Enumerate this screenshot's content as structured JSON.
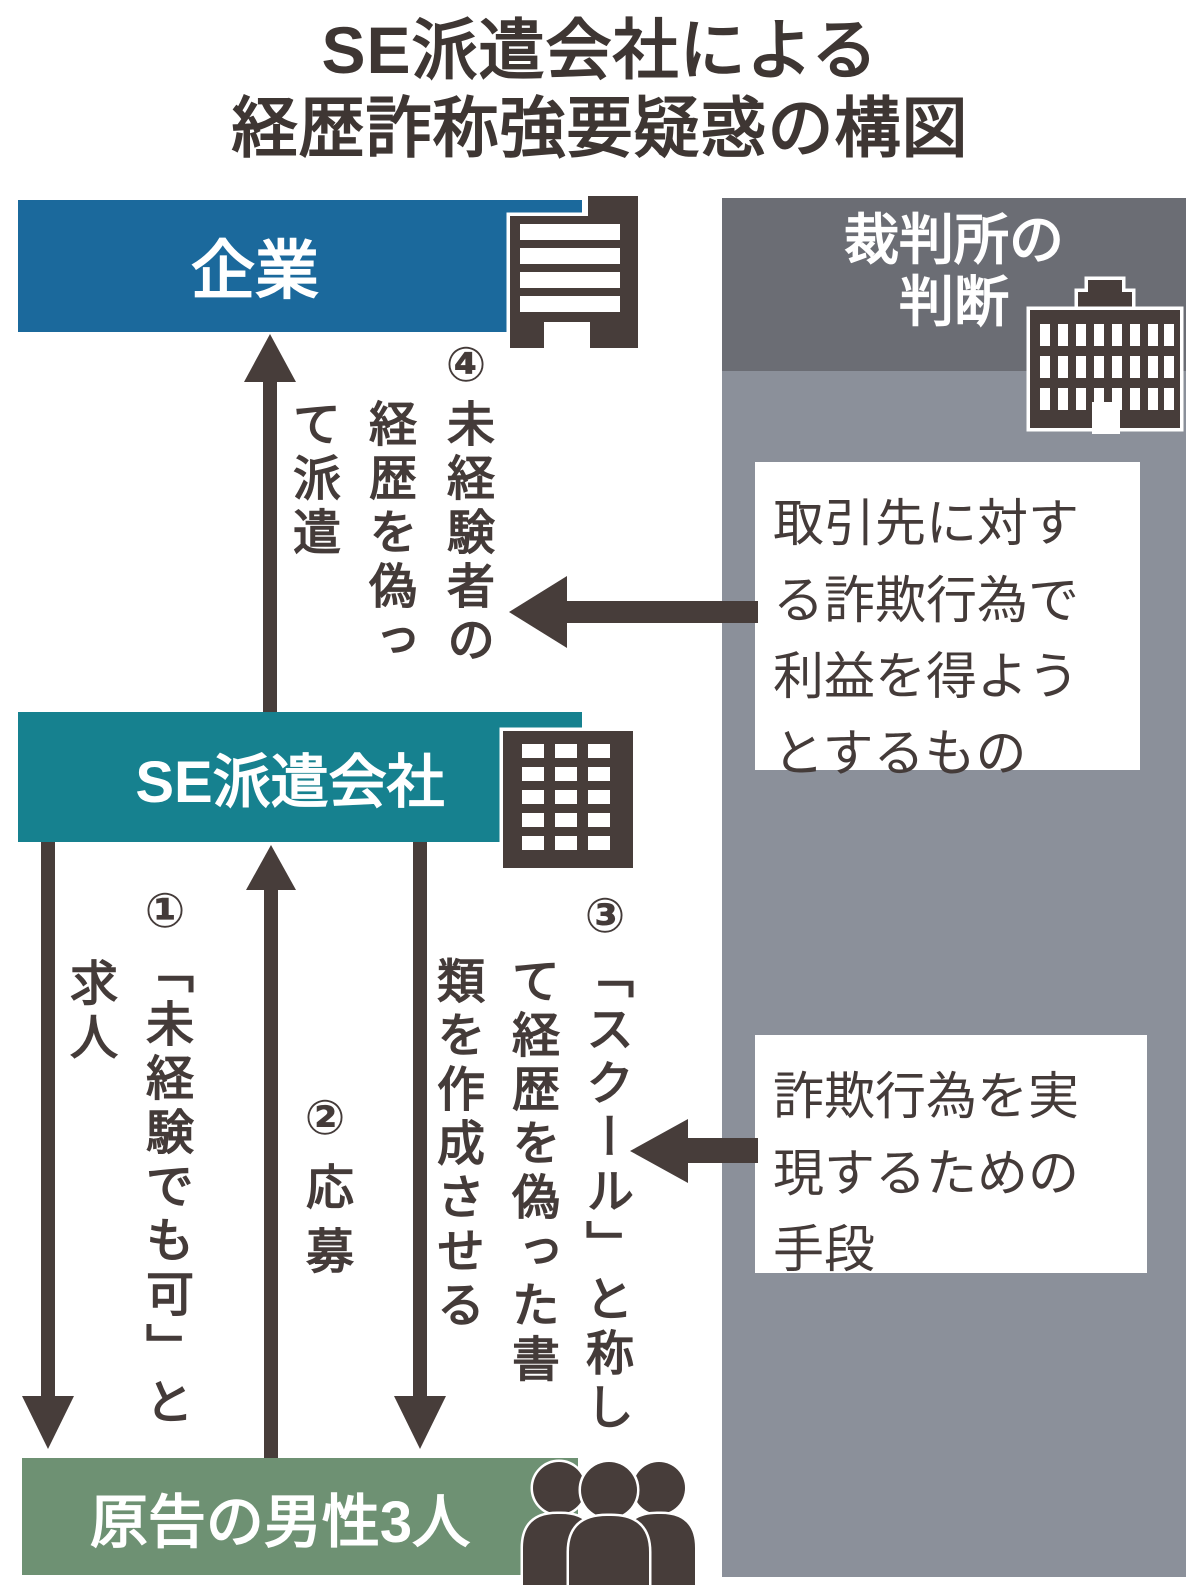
{
  "title": {
    "line1": "SE派遣会社による",
    "line2": "経歴詐称強要疑惑の構図"
  },
  "entities": {
    "company_label": "企業",
    "agency_label": "SE派遣会社",
    "plaintiffs_label": "原告の男性3人"
  },
  "court_panel": {
    "heading": "裁判所の\n判断",
    "note1": "取引先に対す\nる詐欺行為で\n利益を得よう\nとするもの",
    "note2": "詐欺行為を実\n現するための\n手段"
  },
  "steps": {
    "step1": {
      "full": "①「未経験でも可」と求人",
      "columns": [
        "①「未経験でも可」と",
        "求人"
      ]
    },
    "step2": {
      "full": "②応募",
      "columns": [
        "②応募"
      ]
    },
    "step3": {
      "full": "③「スクール」と称して経歴を偽った書類を作成させる",
      "columns": [
        "③「スクール」と称し",
        "て経歴を偽った書",
        "類を作成させる"
      ]
    },
    "step4": {
      "full": "④未経験者の経歴を偽って派遣",
      "columns": [
        "④未経験者の",
        "経歴を偽っ",
        "て派遣"
      ]
    }
  },
  "icons": {
    "company": "office-building-icon",
    "agency": "office-building-grid-icon",
    "court": "courthouse-icon",
    "plaintiffs": "three-people-icon"
  },
  "colors": {
    "company_blue": "#1B699C",
    "agency_teal": "#16818F",
    "plaintiffs_green": "#6E9173",
    "panel_gray": "#8B909A",
    "panel_header_gray": "#6B6D74",
    "ink_dark_brown": "#473D3A",
    "text_dark": "#443B39",
    "white": "#FFFFFF"
  }
}
